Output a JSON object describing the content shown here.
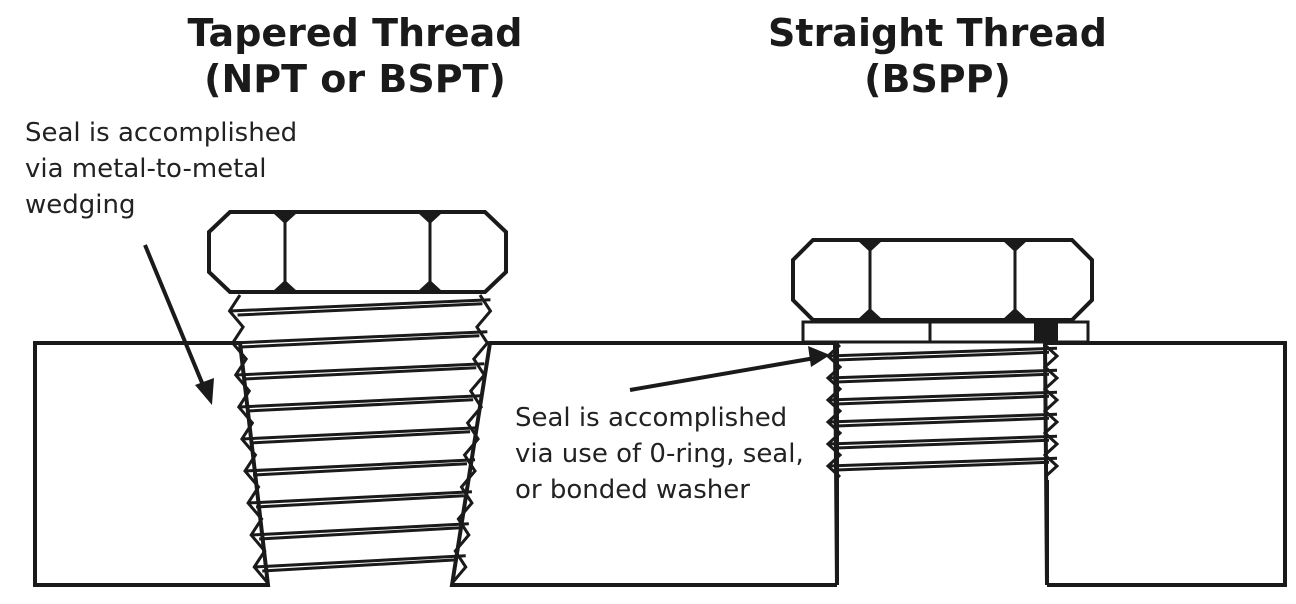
{
  "tapered": {
    "title_line1": "Tapered Thread",
    "title_line2": "(NPT or BSPT)",
    "note_lines": [
      "Seal is accomplished",
      "via metal-to-metal",
      "wedging"
    ]
  },
  "straight": {
    "title_line1": "Straight Thread",
    "title_line2": "(BSPP)",
    "note_lines": [
      "Seal is accomplished",
      "via use of 0-ring, seal,",
      "or bonded washer"
    ]
  },
  "colors": {
    "ink": "#1a1a1a",
    "background": "#ffffff"
  }
}
